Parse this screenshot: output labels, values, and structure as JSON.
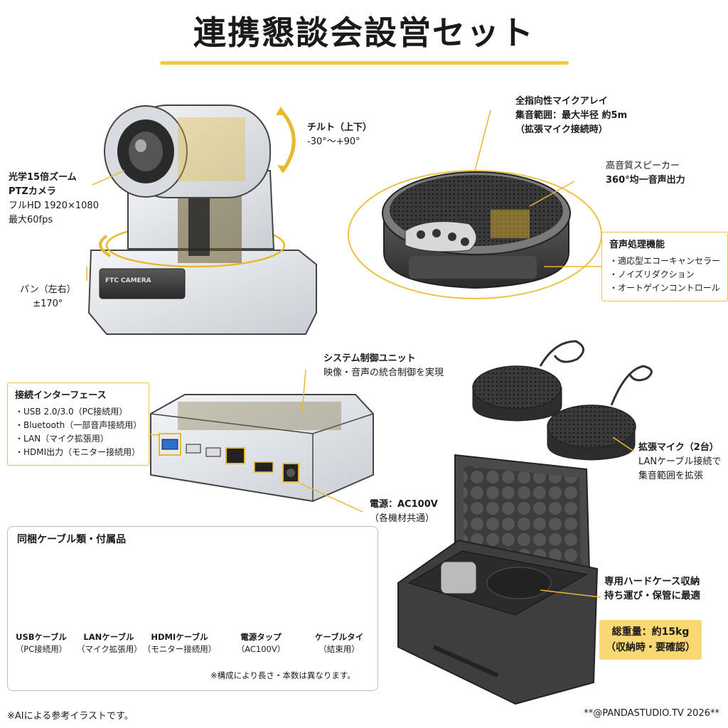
{
  "title": "連携懇談会設営セット",
  "camera": {
    "title_line1": "光学15倍ズーム",
    "title_line2": "PTZカメラ",
    "spec1": "フルHD 1920×1080",
    "spec2": "最大60fps",
    "base_label": "FTC CAMERA",
    "tilt_label": "チルト（上下）",
    "tilt_range": "-30°～+90°",
    "pan_label": "パン（左右）",
    "pan_range": "±170°"
  },
  "speaker": {
    "mic_title": "全指向性マイクアレイ",
    "mic_range": "集音範囲：最大半径 約5m",
    "mic_note": "（拡張マイク接続時）",
    "spk_title": "高音質スピーカー",
    "spk_desc": "360°均一音声出力",
    "processing": {
      "heading": "音声処理機能",
      "items": [
        "・適応型エコーキャンセラー",
        "・ノイズリダクション",
        "・オートゲインコントロール"
      ]
    }
  },
  "control": {
    "title": "システム制御ユニット",
    "desc": "映像・音声の統合制御を実現",
    "interfaces": {
      "heading": "接続インターフェース",
      "items": [
        "・USB 2.0/3.0（PC接続用）",
        "・Bluetooth（一部音声接続用）",
        "・LAN（マイク拡張用）",
        "・HDMI出力（モニター接続用）"
      ]
    },
    "power_title": "電源：AC100V",
    "power_note": "（各機材共通）"
  },
  "ext_mic": {
    "title": "拡張マイク（2台）",
    "desc1": "LANケーブル接続で",
    "desc2": "集音範囲を拡張"
  },
  "case": {
    "title1": "専用ハードケース収納",
    "title2": "持ち運び・保管に最適",
    "weight1": "総重量：約15kg",
    "weight2": "（収納時・要確認）"
  },
  "accessories": {
    "heading": "同梱ケーブル類・付属品",
    "items": [
      {
        "name": "USBケーブル",
        "note": "（PC接続用）"
      },
      {
        "name": "LANケーブル",
        "note": "（マイク拡張用）"
      },
      {
        "name": "HDMIケーブル",
        "note": "（モニター接続用）"
      },
      {
        "name": "電源タップ",
        "note": "（AC100V）"
      },
      {
        "name": "ケーブルタイ",
        "note": "（結束用）"
      }
    ],
    "note": "※構成により長さ・本数は異なります。"
  },
  "footer": {
    "left": "※AIによる参考イラストです。",
    "right": "**@PANDASTUDIO.TV 2026**"
  },
  "colors": {
    "accent": "#f5c93e",
    "box_border": "#f0c040",
    "weight_bg": "#f7d873"
  }
}
